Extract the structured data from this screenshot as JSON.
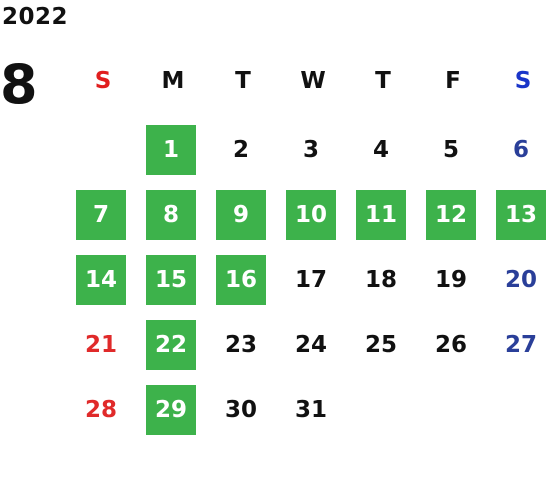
{
  "year": "2022",
  "month": "8",
  "colors": {
    "holiday_bg": "#3db24b",
    "sunday_text": "#e02a2a",
    "saturday_text": "#2a3f99",
    "weekday_text": "#111111"
  },
  "weekdays": [
    "S",
    "M",
    "T",
    "W",
    "T",
    "F",
    "S"
  ],
  "weeks": [
    [
      null,
      {
        "day": "1",
        "type": "holiday"
      },
      {
        "day": "2",
        "type": "plain"
      },
      {
        "day": "3",
        "type": "plain"
      },
      {
        "day": "4",
        "type": "plain"
      },
      {
        "day": "5",
        "type": "plain"
      },
      {
        "day": "6",
        "type": "sat"
      }
    ],
    [
      {
        "day": "7",
        "type": "holiday"
      },
      {
        "day": "8",
        "type": "holiday"
      },
      {
        "day": "9",
        "type": "holiday"
      },
      {
        "day": "10",
        "type": "holiday"
      },
      {
        "day": "11",
        "type": "holiday"
      },
      {
        "day": "12",
        "type": "holiday"
      },
      {
        "day": "13",
        "type": "holiday"
      }
    ],
    [
      {
        "day": "14",
        "type": "holiday"
      },
      {
        "day": "15",
        "type": "holiday"
      },
      {
        "day": "16",
        "type": "holiday"
      },
      {
        "day": "17",
        "type": "plain"
      },
      {
        "day": "18",
        "type": "plain"
      },
      {
        "day": "19",
        "type": "plain"
      },
      {
        "day": "20",
        "type": "sat"
      }
    ],
    [
      {
        "day": "21",
        "type": "sun"
      },
      {
        "day": "22",
        "type": "holiday"
      },
      {
        "day": "23",
        "type": "plain"
      },
      {
        "day": "24",
        "type": "plain"
      },
      {
        "day": "25",
        "type": "plain"
      },
      {
        "day": "26",
        "type": "plain"
      },
      {
        "day": "27",
        "type": "sat"
      }
    ],
    [
      {
        "day": "28",
        "type": "sun"
      },
      {
        "day": "29",
        "type": "holiday"
      },
      {
        "day": "30",
        "type": "plain"
      },
      {
        "day": "31",
        "type": "plain"
      },
      null,
      null,
      null
    ]
  ]
}
